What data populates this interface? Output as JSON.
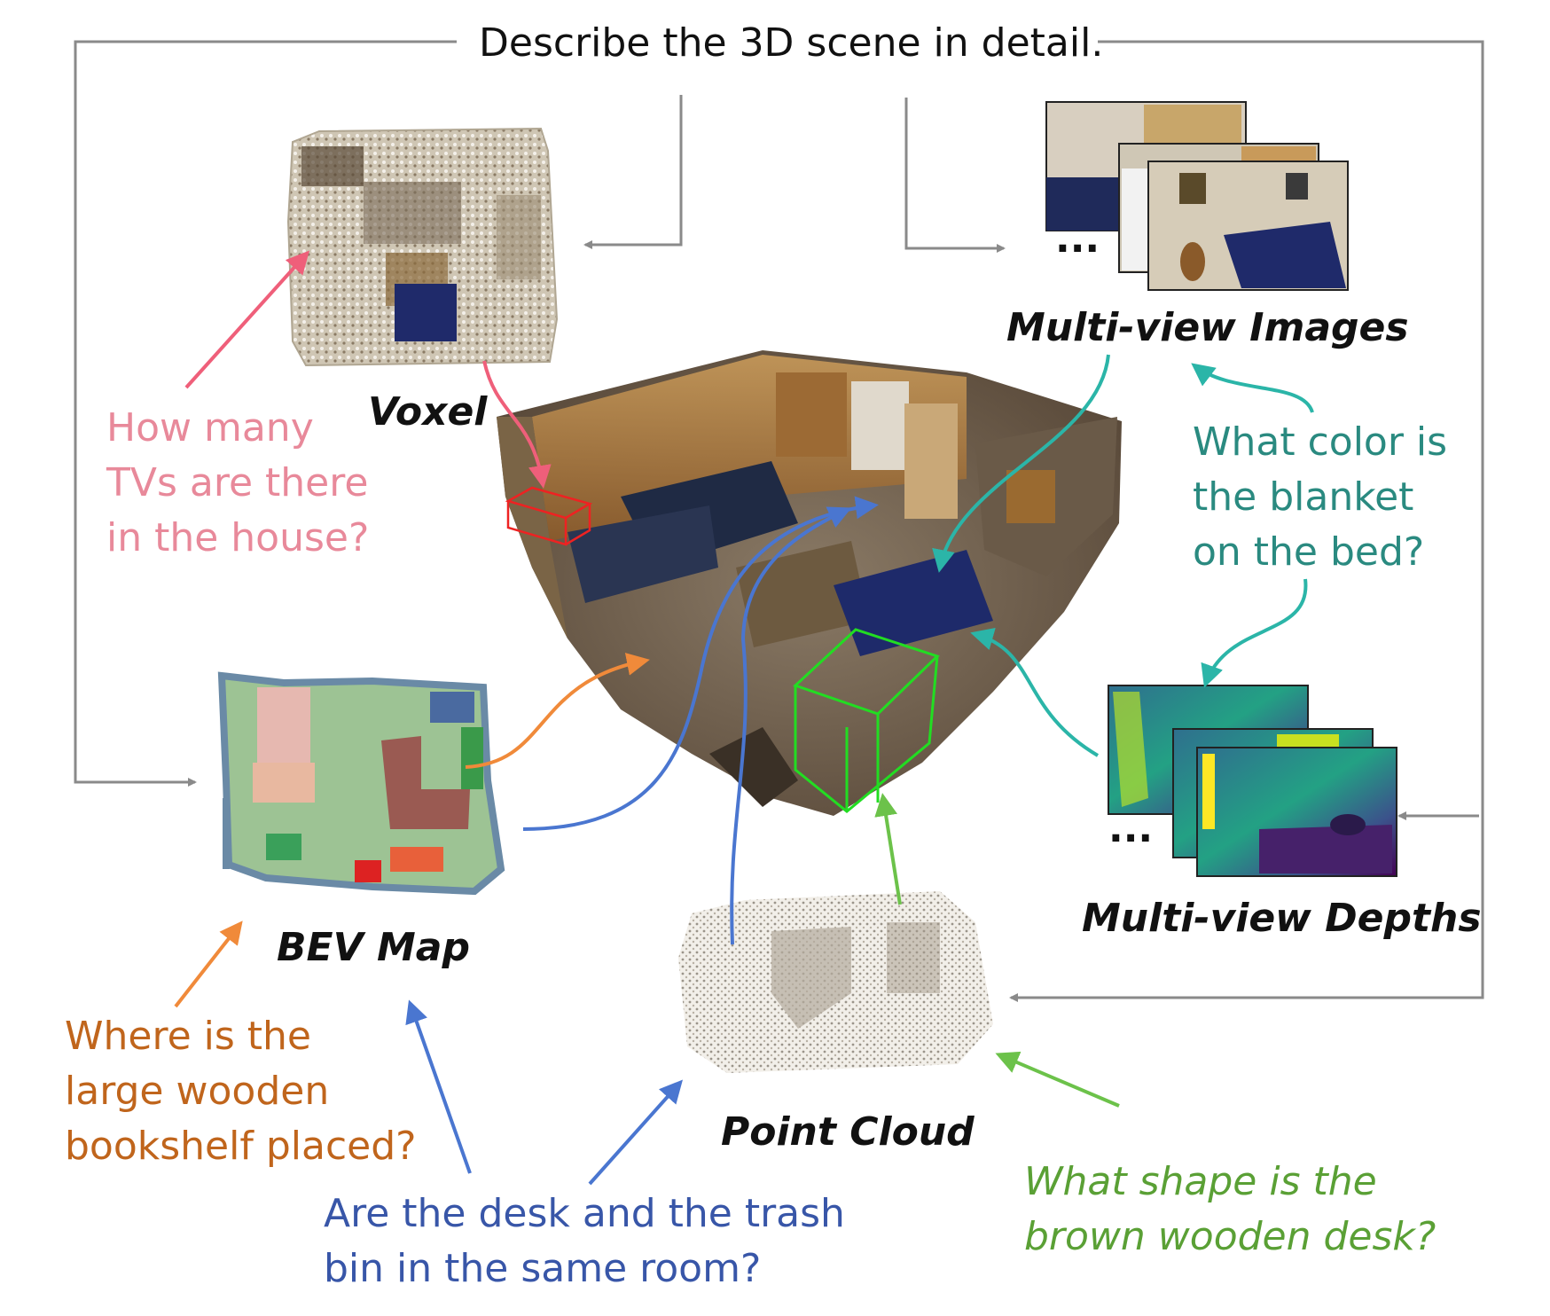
{
  "title": "Describe the 3D scene in detail.",
  "labels": {
    "voxel": "Voxel",
    "multiview_images": "Multi-view Images",
    "bev_map": "BEV Map",
    "multiview_depths": "Multi-view Depths",
    "point_cloud": "Point Cloud"
  },
  "questions": {
    "tv": "How many\nTVs are there\nin the house?",
    "blanket": "What color is\nthe blanket\non the bed?",
    "bookshelf": "Where is the\nlarge wooden\nbookshelf placed?",
    "desk_trash": "Are the desk and the trash\nbin in the same room?",
    "desk_shape": "What shape is the\nbrown wooden desk?"
  },
  "ellipsis": "...",
  "colors": {
    "frame": "#8a8a8a",
    "pink": "#e8899a",
    "teal": "#2a9d8f",
    "orange": "#f08a3a",
    "blue": "#4a76d0",
    "green": "#6cc24a"
  }
}
